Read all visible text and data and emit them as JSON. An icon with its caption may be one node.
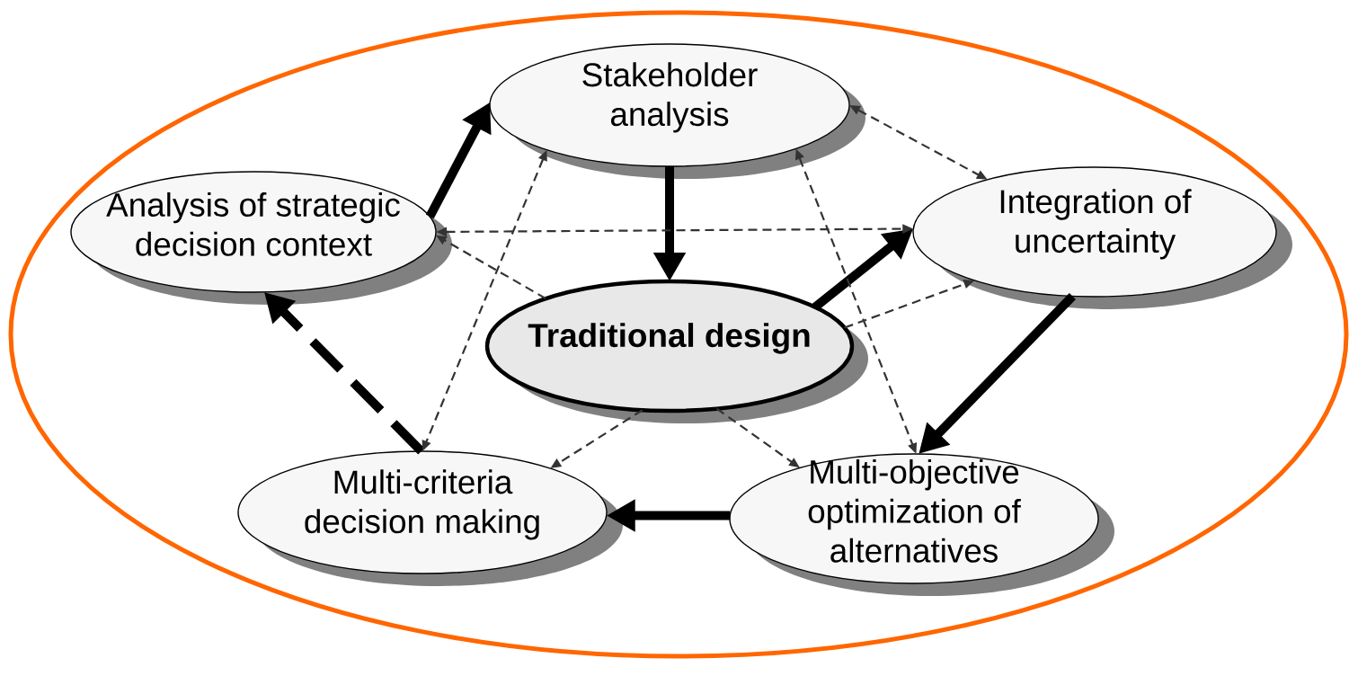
{
  "diagram": {
    "nodes": [
      {
        "text": [],
        "shape": "ellipse"
      },
      {
        "text": [
          "Stakeholder analysis"
        ],
        "in": 0
      },
      {
        "text": [
          "Analysis of strategic decision context"
        ],
        "in": 0
      },
      {
        "text": [
          "Integration of uncertainty"
        ],
        "in": 0
      },
      {
        "text": [
          "Traditional design"
        ],
        "in": 0
      },
      {
        "text": [
          "Multi-criteria decision making"
        ],
        "in": 0
      },
      {
        "text": [
          "Multi-objective optimization of alternatives"
        ],
        "in": 0
      }
    ],
    "edges": [
      {
        "from": 2,
        "to": 1,
        "arrow": "to",
        "style": "thick"
      },
      {
        "from": 1,
        "to": 4,
        "arrow": "to",
        "style": "thick"
      },
      {
        "from": 4,
        "to": 3,
        "arrow": "to",
        "style": "thick"
      },
      {
        "from": 3,
        "to": 6,
        "arrow": "to",
        "style": "thick"
      },
      {
        "from": 6,
        "to": 5,
        "arrow": "to",
        "style": "thick"
      },
      {
        "from": 5,
        "to": 2,
        "arrow": "to",
        "style": "dashed"
      },
      {
        "from": 2,
        "to": 3,
        "arrow": "both",
        "style": "dashed"
      },
      {
        "from": 1,
        "to": 3,
        "arrow": "both",
        "style": "dashed"
      },
      {
        "from": 4,
        "to": 2,
        "arrow": "to",
        "style": "dashed"
      },
      {
        "from": 4,
        "to": 3,
        "arrow": "to",
        "style": "dashed"
      },
      {
        "from": 4,
        "to": 5,
        "arrow": "to",
        "style": "dashed"
      },
      {
        "from": 4,
        "to": 6,
        "arrow": "to",
        "style": "dashed"
      },
      {
        "from": 1,
        "to": 5,
        "arrow": "both",
        "style": "dashed"
      },
      {
        "from": 1,
        "to": 6,
        "arrow": "both",
        "style": "dashed"
      }
    ]
  }
}
